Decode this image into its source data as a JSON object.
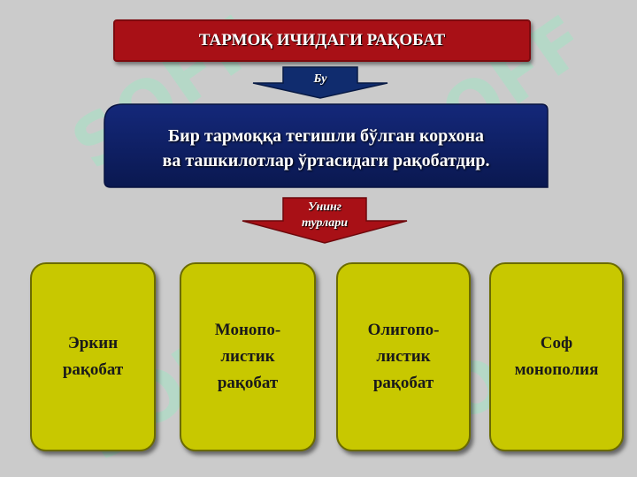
{
  "title": "ТАРМОҚ ИЧИДАГИ РАҚОБАТ",
  "arrow1_label": "Бу",
  "definition": {
    "line1": "Бир тармоққа тегишли бўлган корхона",
    "line2": "ва ташкилотлар ўртасидаги рақобатдир."
  },
  "arrow2_label": {
    "line1": "Унинг",
    "line2": "турлари"
  },
  "types": [
    {
      "line1": "Эркин",
      "line2": "рақобат",
      "line3": ""
    },
    {
      "line1": "Монопо-",
      "line2": "листик",
      "line3": "рақобат"
    },
    {
      "line1": "Олигопо-",
      "line2": "листик",
      "line3": "рақобат"
    },
    {
      "line1": "Соф",
      "line2": "монополия",
      "line3": ""
    }
  ],
  "watermark": "SOFF",
  "colors": {
    "title_bg": "#a81016",
    "definition_bg": "#0d1e5c",
    "card_bg": "#c8c800",
    "arrow1": "#102c6e",
    "arrow2": "#a81016"
  }
}
